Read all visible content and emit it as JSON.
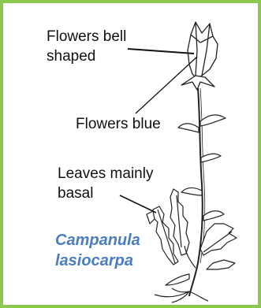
{
  "labels": {
    "bell": [
      "Flowers bell",
      "shaped"
    ],
    "blue": "Flowers blue",
    "basal": [
      "Leaves mainly",
      "basal"
    ]
  },
  "species": [
    "Campanula",
    "lasiocarpa"
  ],
  "colors": {
    "border": "#8cc850",
    "species_text": "#4a7dbd",
    "ink": "#222222"
  }
}
